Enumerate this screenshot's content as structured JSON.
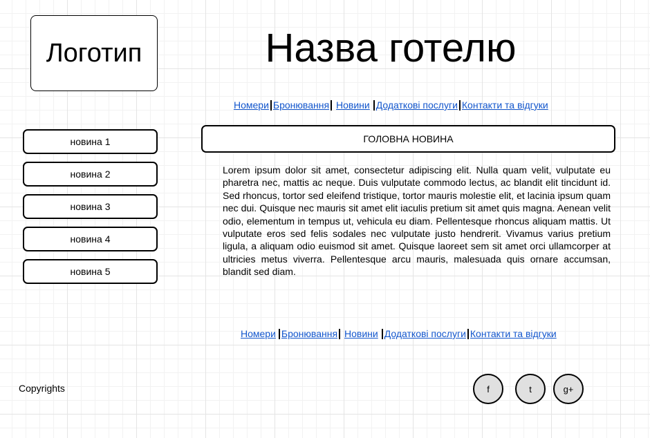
{
  "header": {
    "logo": "Логотип",
    "hotel_name": "Назва готелю"
  },
  "nav": [
    "Номери",
    "Бронювання",
    "Новини",
    "Додаткові послуги",
    "Контакти та відгуки"
  ],
  "sidebar": {
    "news": [
      "новина 1",
      "новина 2",
      "новина 3",
      "новина 4",
      "новина 5"
    ]
  },
  "main": {
    "headline": "ГОЛОВНА НОВИНА",
    "text": "Lorem ipsum dolor sit amet, consectetur adipiscing elit. Nulla quam velit, vulputate eu pharetra nec, mattis ac neque. Duis vulputate commodo lectus, ac blandit elit tincidunt id. Sed rhoncus, tortor sed eleifend tristique, tortor mauris molestie elit, et lacinia ipsum quam nec dui. Quisque nec mauris sit amet elit iaculis pretium sit amet quis magna. Aenean velit odio, elementum in tempus ut, vehicula eu diam. Pellentesque rhoncus aliquam mattis. Ut vulputate eros sed felis sodales nec vulputate justo hendrerit. Vivamus varius pretium ligula, a aliquam odio euismod sit amet. Quisque laoreet sem sit amet orci ullamcorper at ultricies metus viverra. Pellentesque arcu mauris, malesuada quis ornare accumsan, blandit sed diam."
  },
  "footer": {
    "copyright": "Copyrights",
    "social": {
      "facebook": "f",
      "twitter": "t",
      "googleplus": "g+"
    }
  },
  "colors": {
    "link": "#1155cc",
    "social_bg": "#e0e0e0"
  }
}
